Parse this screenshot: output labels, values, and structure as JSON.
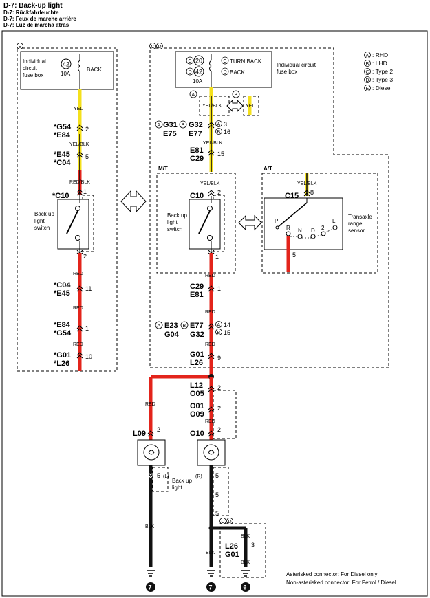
{
  "titles": {
    "line1": "D-7: Back-up light",
    "line2": "D-7: Rückfahrleuchte",
    "line3": "D-7: Feux de marche arrière",
    "line4": "D-7: Luz de marcha atrás"
  },
  "legend": {
    "a": "A",
    "a_text": ": RHD",
    "b": "B",
    "b_text": ": LHD",
    "c": "C",
    "c_text": ": Type 2",
    "d": "D",
    "d_text": ": Type 3",
    "e": "E",
    "e_text": ": Diesel"
  },
  "footnotes": {
    "line1": "Asterisked connector: For Diesel only",
    "line2": "Non-asterisked connector: For Petrol / Diesel"
  },
  "left": {
    "tag": "E",
    "fusebox_label1": "Individual",
    "fusebox_label2": "circuit",
    "fusebox_label3": "fuse box",
    "fuse_num": "42",
    "fuse_amp": "10A",
    "fuse_name": "BACK",
    "wire_yel": "YEL",
    "c1_a": "*G54",
    "c1_b": "*E84",
    "c1_pin": "2",
    "wire_yelblk": "YEL/BLK",
    "c2_a": "*E45",
    "c2_b": "*C04",
    "c2_pin": "5",
    "wire_redblk": "RED/BLK",
    "sw_conn": "*C10",
    "sw_pin1": "1",
    "sw_pin2": "2",
    "sw_label1": "Back up",
    "sw_label2": "light",
    "sw_label3": "switch",
    "wire_red1": "RED",
    "c3_a": "*C04",
    "c3_b": "*E45",
    "c3_pin": "11",
    "wire_red2": "RED",
    "c4_a": "*E84",
    "c4_b": "*G54",
    "c4_pin": "1",
    "wire_red3": "RED",
    "c5_a": "*G01",
    "c5_b": "*L26",
    "c5_pin": "10"
  },
  "right": {
    "tag": "CD",
    "fuse_num_c": "20",
    "fuse_num_d": "42",
    "fuse_amp": "10A",
    "fuse_name_c": "TURN BACK",
    "fuse_name_d": "BACK",
    "fusebox_label1": "Individual circuit",
    "fusebox_label2": "fuse box",
    "opt_a_wire": "YEL/BLK",
    "opt_b_wire": "YEL",
    "c1_a_tag": "A",
    "c1_a": "G31",
    "c1_b_tag": "B",
    "c1_b": "G32",
    "c1_c": "E75",
    "c1_d": "E77",
    "c1_pin_a": "3",
    "c1_pin_b": "16",
    "wire_yelblk1": "YEL/BLK",
    "c2_a": "E81",
    "c2_b": "C29",
    "c2_pin": "15",
    "mt_label": "M/T",
    "at_label": "A/T",
    "mt_wire": "YEL/BLK",
    "mt_conn": "C10",
    "mt_pin1": "2",
    "mt_pin2": "1",
    "mt_sw1": "Back up",
    "mt_sw2": "light",
    "mt_sw3": "switch",
    "at_wire": "YEL/BLK",
    "at_conn": "C15",
    "at_pin1": "8",
    "at_pin2": "5",
    "at_p": "P",
    "at_r": "R",
    "at_n": "N",
    "at_d": "D",
    "at_2": "2",
    "at_l": "L",
    "at_sensor1": "Transaxle",
    "at_sensor2": "range",
    "at_sensor3": "sensor",
    "wire_red1": "RED",
    "c3_a": "C29",
    "c3_b": "E81",
    "c3_pin": "1",
    "wire_red2": "RED",
    "c4_a_tag": "A",
    "c4_a": "E23",
    "c4_b_tag": "B",
    "c4_b": "E77",
    "c4_c": "G04",
    "c4_d": "G32",
    "c4_pin_a": "14",
    "c4_pin_b": "15",
    "wire_red3": "RED",
    "c5_a": "G01",
    "c5_b": "L26",
    "c5_pin": "9"
  },
  "lower": {
    "l12": "L12",
    "o05": "O05",
    "p_l12": "2",
    "o01": "O01",
    "o09": "O09",
    "p_o01": "2",
    "wire_red_left": "RED",
    "wire_red_right": "RED",
    "l09": "L09",
    "l09_pin": "2",
    "o10": "O10",
    "o10_pin": "2",
    "l09_pin_bot": "5",
    "l_tag": "(L)",
    "r_tag": "(R)",
    "lamp_label1": "Back up",
    "lamp_label2": "light",
    "p5a": "5",
    "p5b": "5",
    "p5c": "5",
    "p5d": "5",
    "wire_blk1": "BLK",
    "wire_blk2": "BLK",
    "wire_blk3": "BLK",
    "wire_blk4": "BLK",
    "cd_tag": "CD",
    "l26": "L26",
    "g01": "G01",
    "p3": "3",
    "gnd1": "7",
    "gnd2": "7",
    "gnd3": "6"
  },
  "colors": {
    "red": "#e3241b",
    "yellow": "#f4e01c",
    "black": "#111111"
  }
}
